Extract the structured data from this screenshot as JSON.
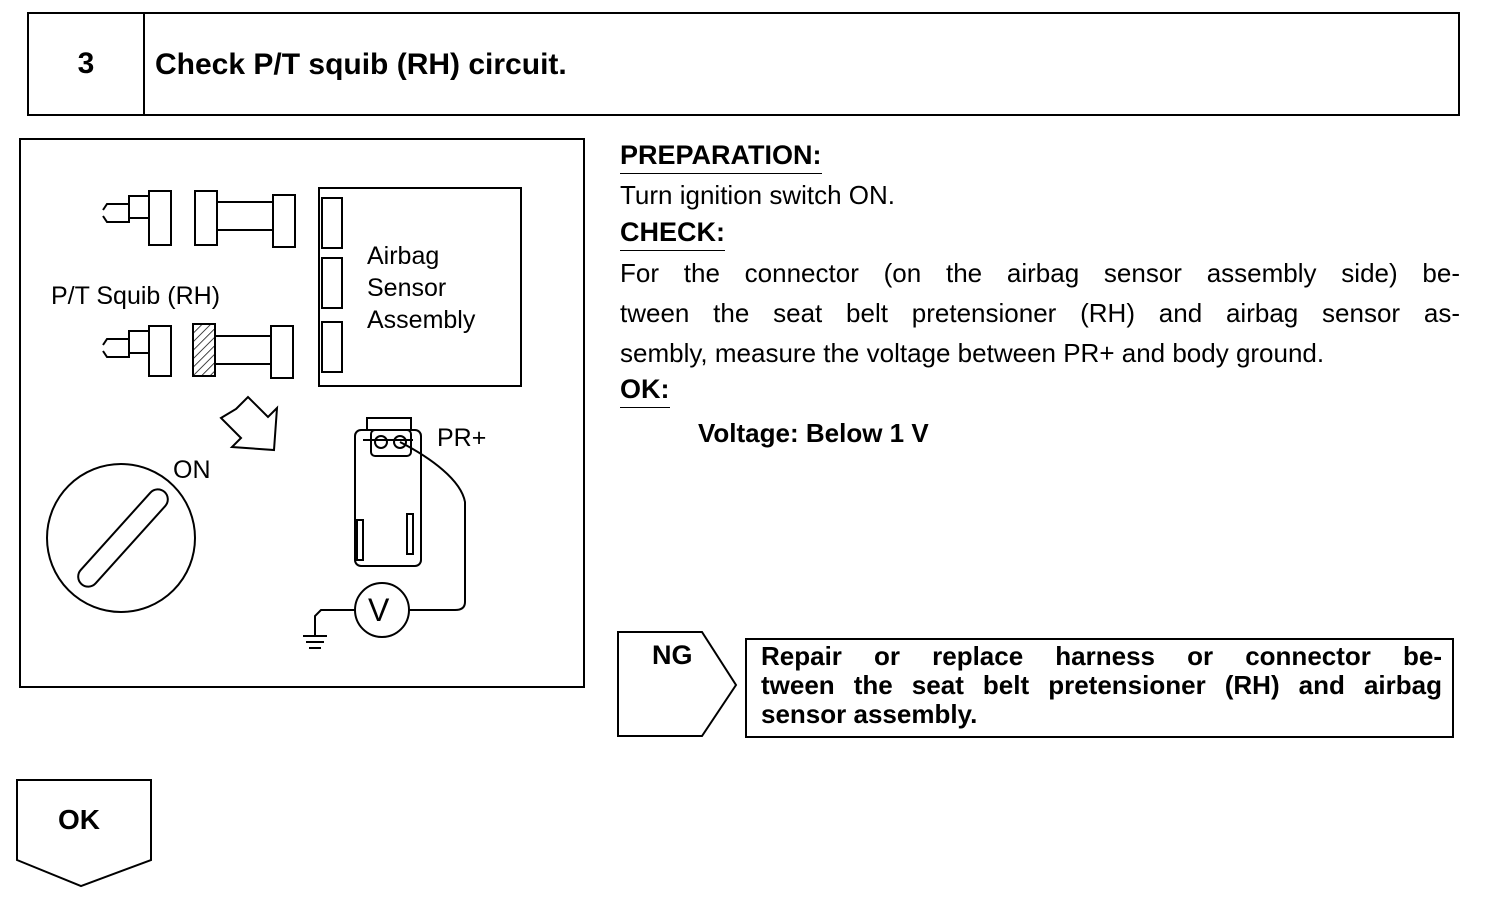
{
  "header": {
    "step_number": "3",
    "title": "Check P/T squib (RH) circuit."
  },
  "figure": {
    "label_squib": "P/T Squib (RH)",
    "label_airbag_1": "Airbag",
    "label_airbag_2": "Sensor",
    "label_airbag_3": "Assembly",
    "label_on": "ON",
    "label_pr": "PR+",
    "label_v": "V"
  },
  "instructions": {
    "preparation_heading": "PREPARATION:",
    "preparation_text": "Turn ignition switch ON.",
    "check_heading": "CHECK:",
    "check_lines": [
      "For the connector (on the airbag sensor assembly side) be-",
      "tween the seat belt pretensioner (RH) and airbag sensor as-",
      "sembly, measure the voltage between PR+ and body ground."
    ],
    "ok_heading": "OK:",
    "ok_spec": "Voltage: Below 1 V"
  },
  "ng_result": {
    "label": "NG",
    "lines": [
      "Repair or replace harness or connector be-",
      "tween the seat belt pretensioner (RH) and airbag",
      "sensor assembly."
    ]
  },
  "ok_result": {
    "label": "OK"
  }
}
